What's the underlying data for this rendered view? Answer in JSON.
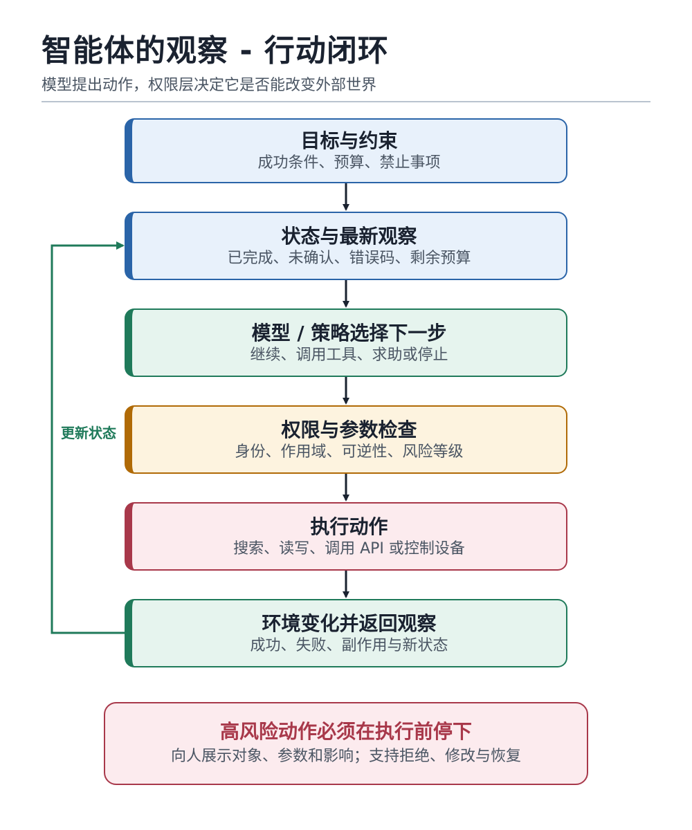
{
  "header": {
    "title": "智能体的观察 - 行动闭环",
    "subtitle": "模型提出动作，权限层决定它是否能改变外部世界"
  },
  "colors": {
    "blue_border": "#2a64a8",
    "blue_fill": "#e8f1fb",
    "green_border": "#1f7a5a",
    "green_fill": "#e6f4ee",
    "amber_border": "#b06a06",
    "amber_fill": "#fdf3df",
    "rose_border": "#a8384a",
    "rose_fill": "#fcebee",
    "arrow": "#1a2230"
  },
  "steps": [
    {
      "title": "目标与约束",
      "desc": "成功条件、预算、禁止事项",
      "color": "blue"
    },
    {
      "title": "状态与最新观察",
      "desc": "已完成、未确认、错误码、剩余预算",
      "color": "blue"
    },
    {
      "title": "模型 / 策略选择下一步",
      "desc": "继续、调用工具、求助或停止",
      "color": "green"
    },
    {
      "title": "权限与参数检查",
      "desc": "身份、作用域、可逆性、风险等级",
      "color": "amber"
    },
    {
      "title": "执行动作",
      "desc": "搜索、读写、调用 API 或控制设备",
      "color": "rose"
    },
    {
      "title": "环境变化并返回观察",
      "desc": "成功、失败、副作用与新状态",
      "color": "green"
    }
  ],
  "loop": {
    "label": "更新状态",
    "from_step": 6,
    "to_step": 2
  },
  "warning": {
    "title": "高风险动作必须在执行前停下",
    "desc": "向人展示对象、参数和影响；支持拒绝、修改与恢复"
  }
}
